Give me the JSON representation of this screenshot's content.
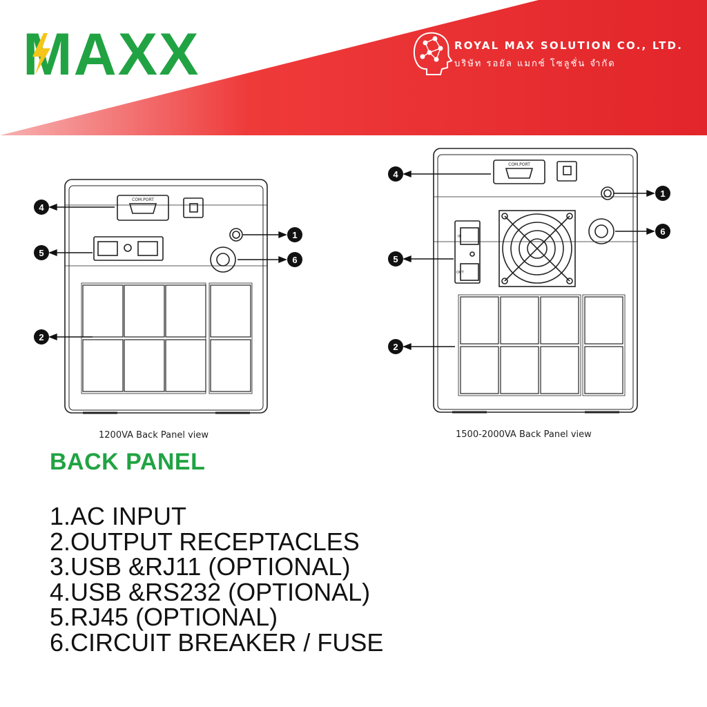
{
  "brand": {
    "logo_text": "MAXX",
    "colors": {
      "green": "#21a343",
      "yellow": "#f5c518",
      "red": "#e8262b"
    }
  },
  "company": {
    "name_en": "ROYAL MAX SOLUTION CO., LTD.",
    "name_th": "บริษัท รอยัล แมกซ์ โซลูชั่น จำกัด",
    "icon": "head-network-icon"
  },
  "diagrams": [
    {
      "caption": "1200VA  Back Panel view",
      "callouts": [
        "4",
        "5",
        "1",
        "6",
        "2"
      ],
      "com_port_label": "COM.PORT"
    },
    {
      "caption": "1500-2000VA  Back Panel view",
      "callouts": [
        "4",
        "1",
        "5",
        "6",
        "2"
      ],
      "com_port_label": "COM.PORT",
      "port_labels": [
        "IN",
        "OUT"
      ]
    }
  ],
  "section": {
    "title": "BACK PANEL",
    "items": [
      "1.AC INPUT",
      "2.OUTPUT RECEPTACLES",
      "3.USB &RJ11 (OPTIONAL)",
      "4.USB &RS232 (OPTIONAL)",
      "5.RJ45 (OPTIONAL)",
      "6.CIRCUIT BREAKER / FUSE"
    ]
  }
}
